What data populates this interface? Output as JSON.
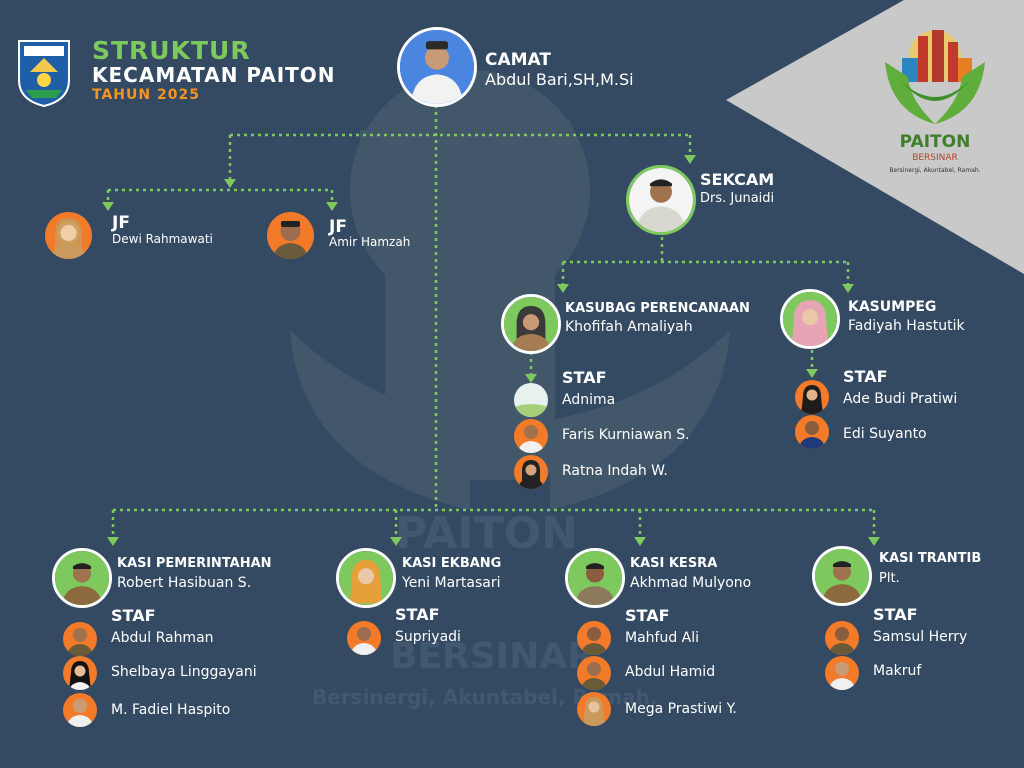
{
  "header": {
    "title": "STRUKTUR",
    "subtitle": "KECAMATAN PAITON",
    "year": "TAHUN 2025"
  },
  "logo": {
    "brand": "PAITON",
    "tagline": "BERSINAR",
    "motto": "Bersinergi, Akuntabel, Ramah."
  },
  "watermark": {
    "line1": "PAITON",
    "line2": "BERSINAR",
    "line3": "Bersinergi, Akuntabel, Ramah."
  },
  "camat": {
    "role": "CAMAT",
    "name": "Abdul Bari,SH,M.Si"
  },
  "sekcam": {
    "role": "SEKCAM",
    "name": "Drs. Junaidi"
  },
  "jf1": {
    "role": "JF",
    "name": "Dewi Rahmawati"
  },
  "jf2": {
    "role": "JF",
    "name": "Amir Hamzah"
  },
  "perencanaan": {
    "role": "KASUBAG PERENCANAAN",
    "name": "Khofifah Amaliyah",
    "staf_label": "STAF",
    "staf": [
      "Adnima",
      "Faris Kurniawan S.",
      "Ratna Indah W."
    ]
  },
  "kasumpeg": {
    "role": "KASUMPEG",
    "name": "Fadiyah Hastutik",
    "staf_label": "STAF",
    "staf": [
      "Ade Budi Pratiwi",
      "Edi Suyanto"
    ]
  },
  "pemerintahan": {
    "role": "KASI PEMERINTAHAN",
    "name": "Robert Hasibuan S.",
    "staf_label": "STAF",
    "staf": [
      "Abdul Rahman",
      "Shelbaya Linggayani",
      "M. Fadiel Haspito"
    ]
  },
  "ekbang": {
    "role": "KASI EKBANG",
    "name": "Yeni Martasari",
    "staf_label": "STAF",
    "staf": [
      "Supriyadi"
    ]
  },
  "kesra": {
    "role": "KASI KESRA",
    "name": "Akhmad Mulyono",
    "staf_label": "STAF",
    "staf": [
      "Mahfud Ali",
      "Abdul Hamid",
      "Mega Prastiwi Y."
    ]
  },
  "trantib": {
    "role": "KASI TRANTIB",
    "name": "Plt.",
    "staf_label": "STAF",
    "staf": [
      "Samsul Herry",
      "Makruf"
    ]
  },
  "colors": {
    "background": "#344a63",
    "accent_green": "#7dc95e",
    "accent_orange": "#f7941d",
    "connector": "#7dc95e"
  }
}
